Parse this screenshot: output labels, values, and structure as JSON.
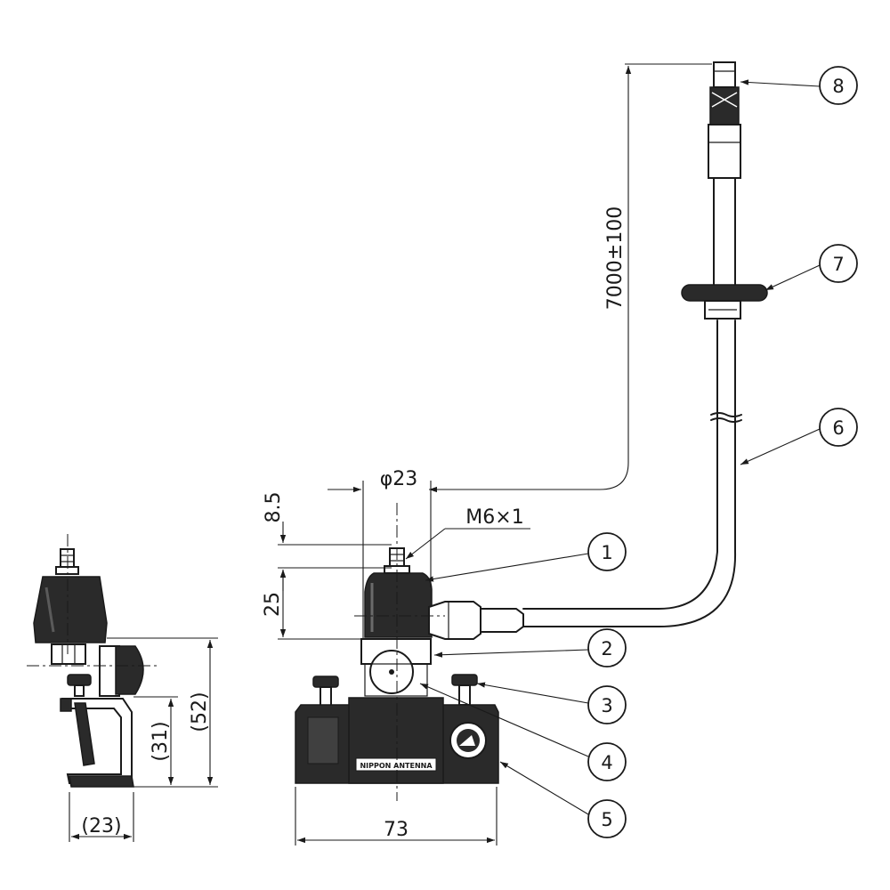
{
  "parts": [
    {
      "number": "1"
    },
    {
      "number": "2"
    },
    {
      "number": "3"
    },
    {
      "number": "4"
    },
    {
      "number": "5"
    },
    {
      "number": "6"
    },
    {
      "number": "7"
    },
    {
      "number": "8"
    }
  ],
  "dimensions": {
    "cable_length": "7000±100",
    "diameter": "φ23",
    "thread": "M6×1",
    "stud_height": "8.5",
    "body_height": "25",
    "base_width": "73",
    "side_depth": "(23)",
    "clamp_height": "(31)",
    "overall_height": "(52)"
  },
  "brand_label": "NIPPON ANTENNA"
}
